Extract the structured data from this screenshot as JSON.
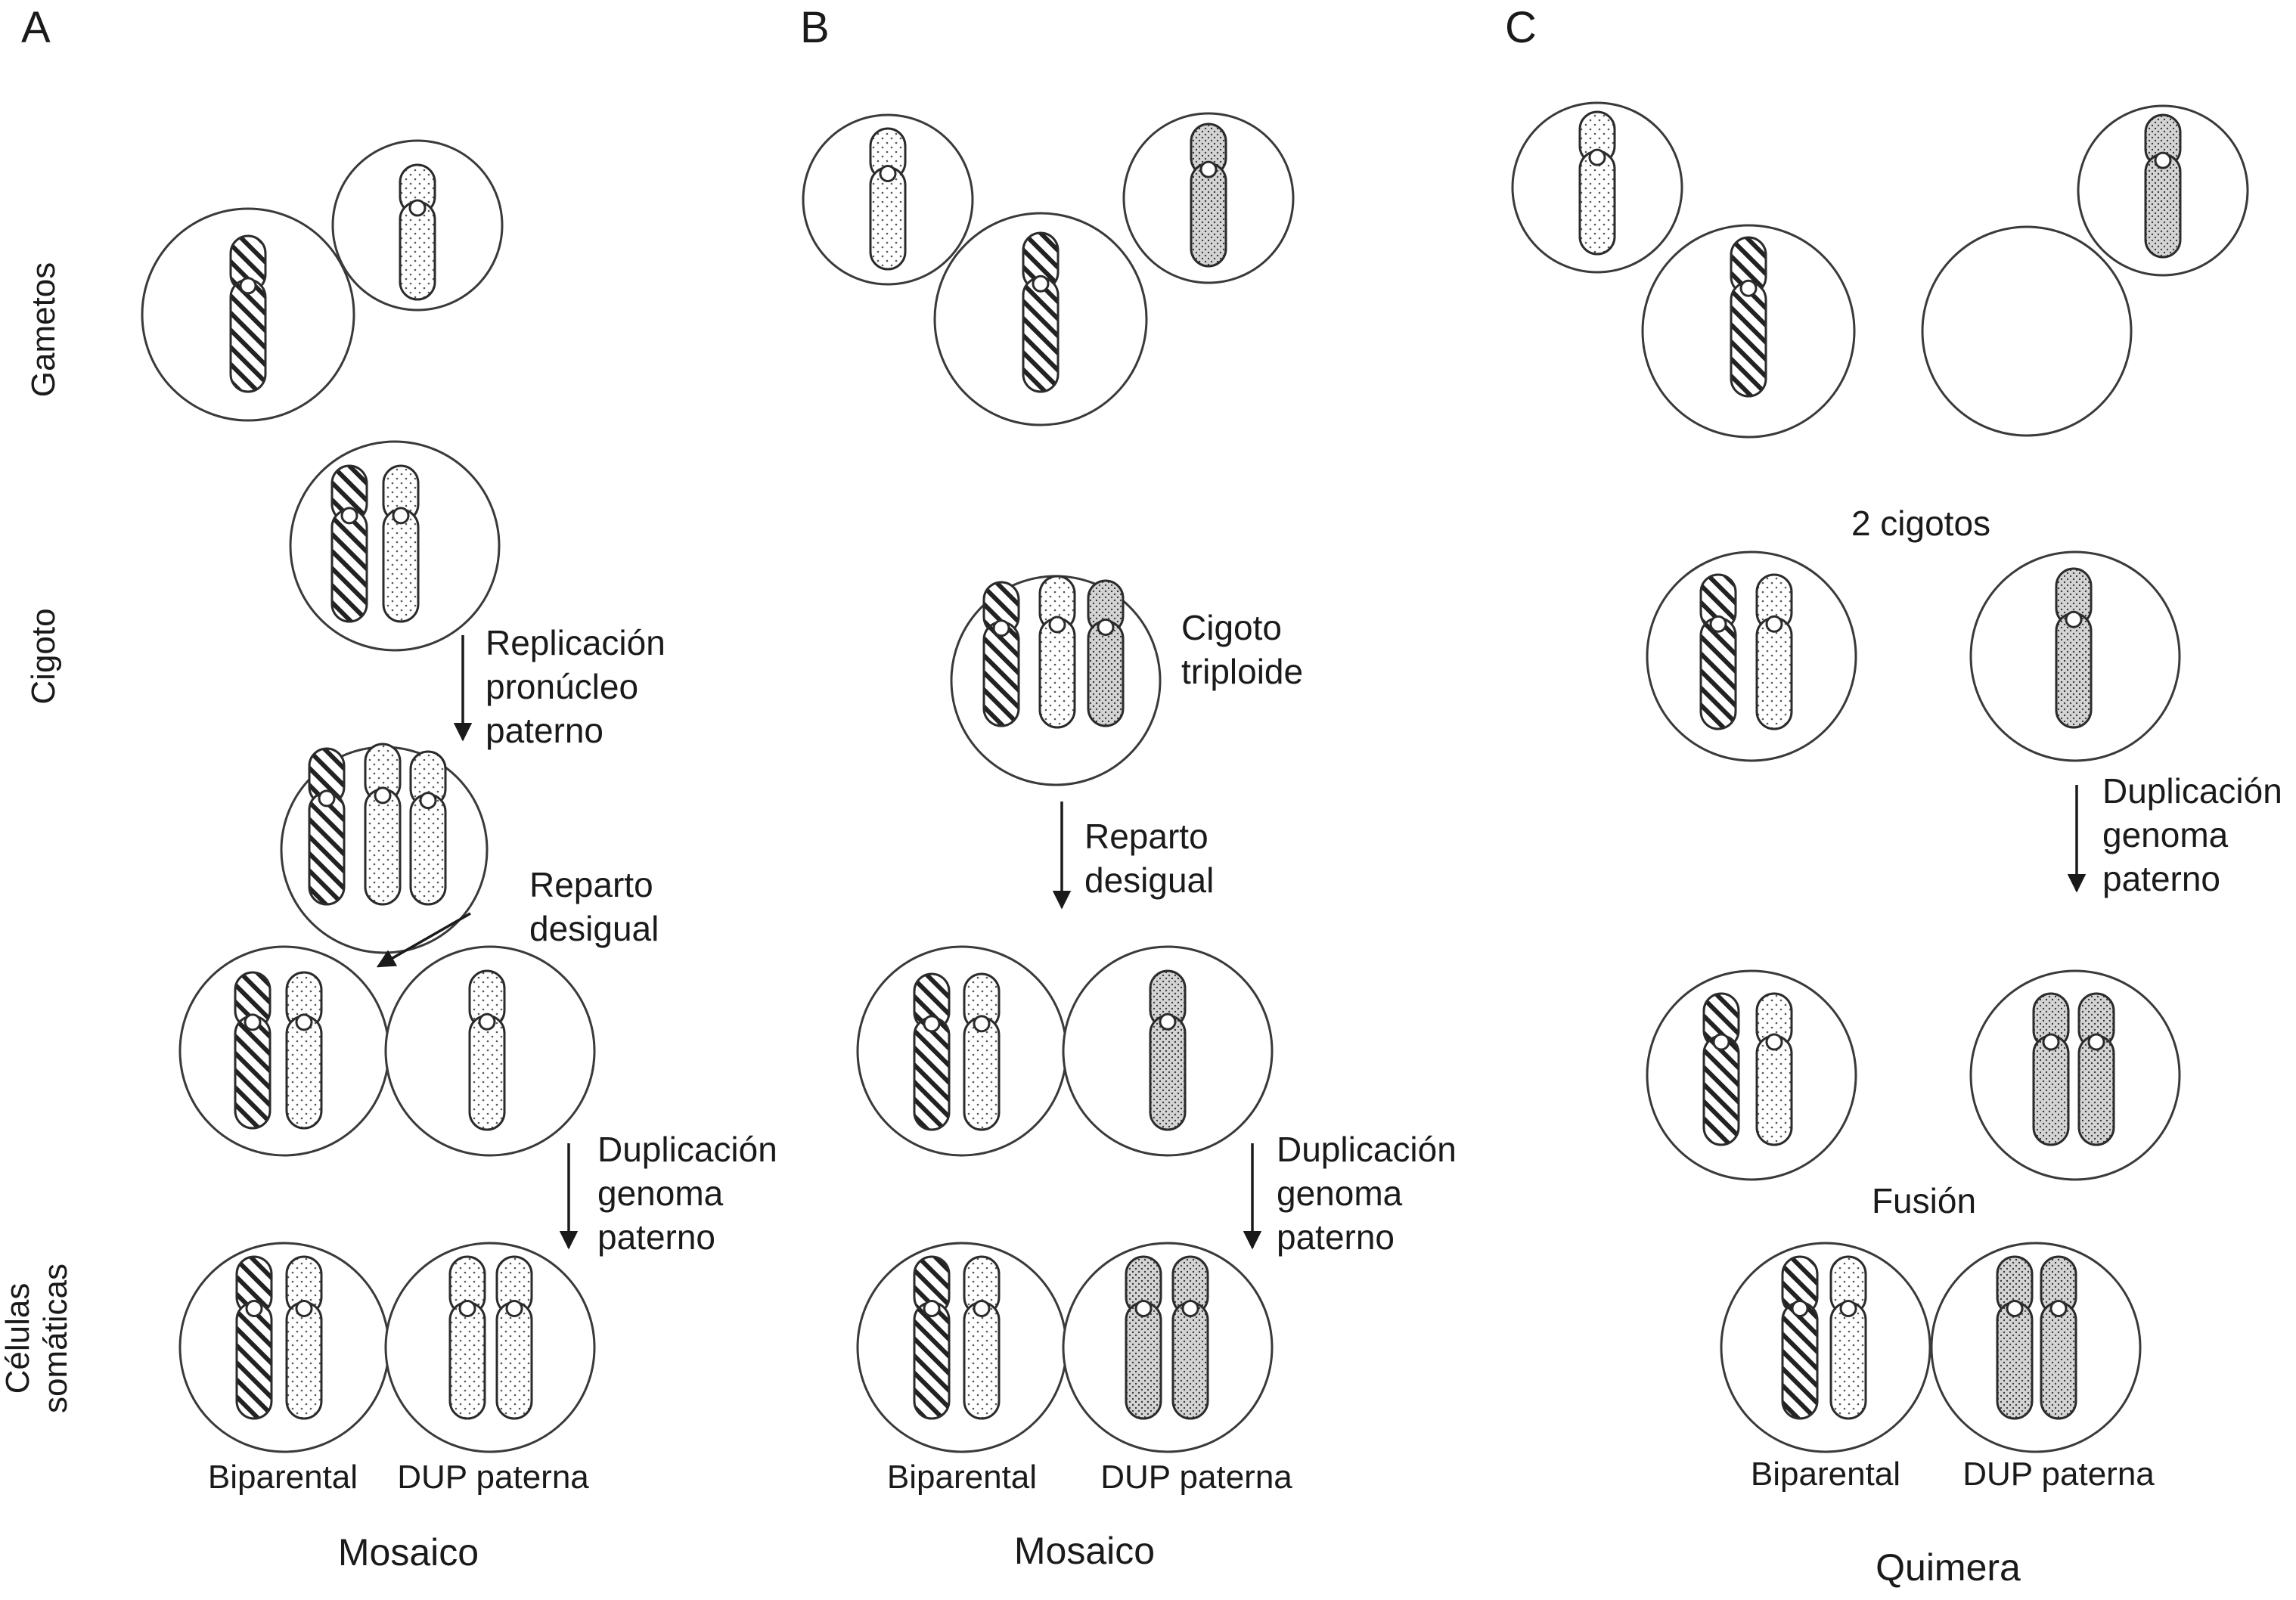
{
  "panels": {
    "a": {
      "letter": "A",
      "bottom": "Mosaico"
    },
    "b": {
      "letter": "B",
      "bottom": "Mosaico"
    },
    "c": {
      "letter": "C",
      "bottom": "Quimera"
    }
  },
  "row_labels": {
    "gametes": "Gametos",
    "zygote": "Cigoto",
    "somatic_line1": "Células",
    "somatic_line2": "somáticas"
  },
  "cell_labels": {
    "biparental": "Biparental",
    "dup": "DUP paterna"
  },
  "steps": {
    "a_replication": [
      "Replicación",
      "pronúcleo",
      "paterno"
    ],
    "unequal": [
      "Reparto",
      "desigual"
    ],
    "duplication": [
      "Duplicación",
      "genoma",
      "paterno"
    ],
    "b_zygote": [
      "Cigoto",
      "triploide"
    ],
    "c_two_zygotes": "2 cigotos",
    "c_fusion": "Fusión"
  },
  "chromosome_fills": {
    "maternal": "hatched",
    "paternal_1": "light-dotted",
    "paternal_2": "dense-dotted"
  },
  "colors": {
    "line": "#2b2b2b",
    "text": "#1a1a1a",
    "background": "#ffffff",
    "dense_fill": "#d4d4d4"
  }
}
